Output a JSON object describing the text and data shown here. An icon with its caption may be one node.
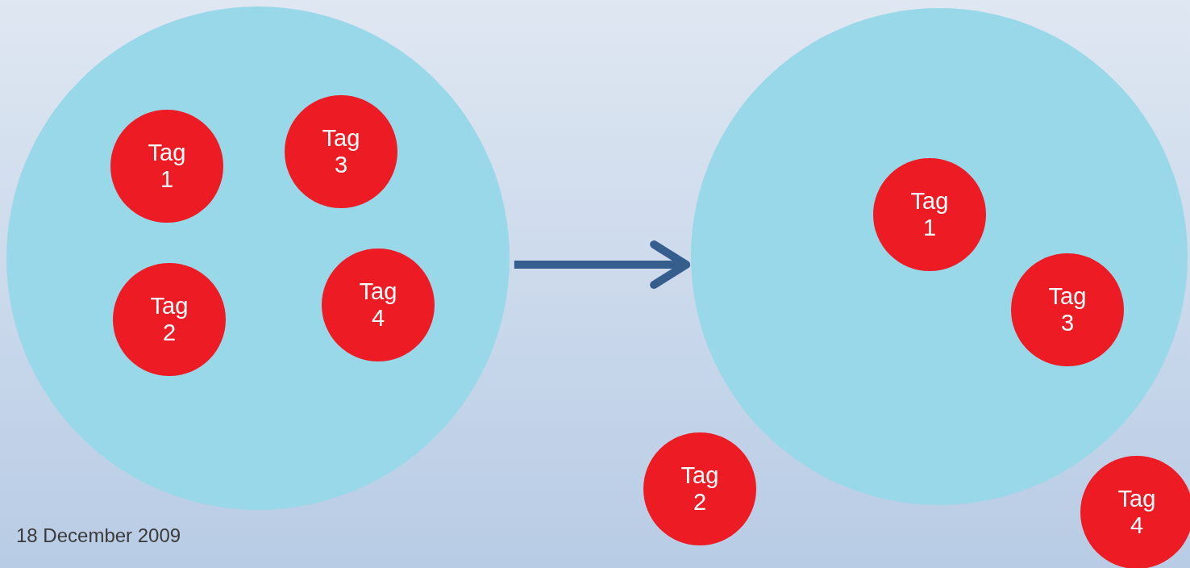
{
  "diagram": {
    "nodes": [
      {
        "text": [],
        "shape": "circle"
      },
      {
        "text": [
          "Tag 1"
        ],
        "in": 0
      },
      {
        "text": [
          "Tag 3"
        ],
        "in": 0
      },
      {
        "text": [
          "Tag 2"
        ],
        "in": 0
      },
      {
        "text": [
          "Tag 4"
        ],
        "in": 0
      },
      {
        "text": [],
        "shape": "circle"
      },
      {
        "text": [
          "Tag 1"
        ],
        "in": 5
      },
      {
        "text": [
          "Tag 3"
        ],
        "in": 5
      },
      {
        "text": [
          "Tag 2"
        ]
      },
      {
        "text": [
          "Tag 4"
        ]
      }
    ],
    "edges": [
      {
        "from": 0,
        "to": 5,
        "arrow": "to"
      }
    ],
    "labels": [
      "18 December 2009"
    ]
  }
}
